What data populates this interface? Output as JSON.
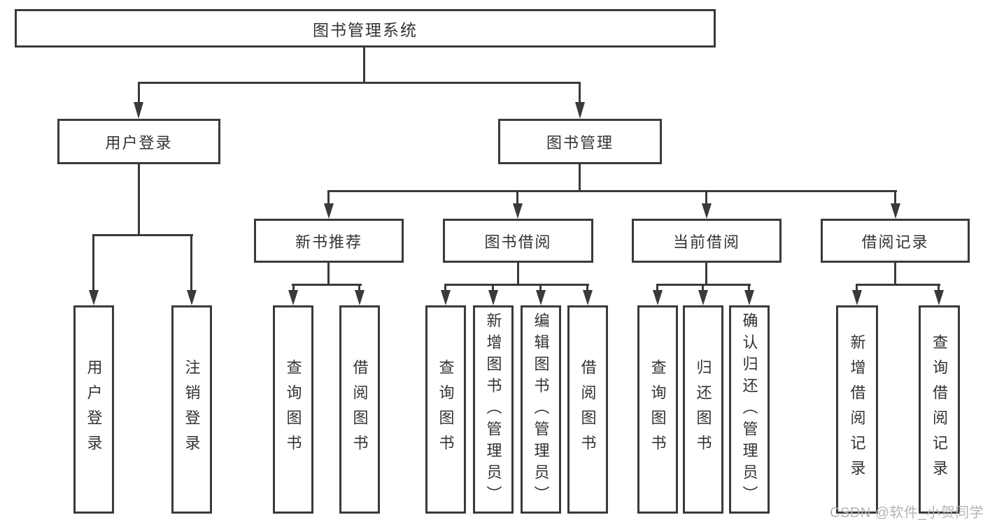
{
  "diagram_title": "图书管理系统",
  "watermark": "CSDN @软件_小贺同学",
  "nodes": {
    "root": "图书管理系统",
    "userLogin": "用户登录",
    "bookMgmt": "图书管理",
    "newBookRec": "新书推荐",
    "bookBorrow": "图书借阅",
    "currentBorrow": "当前借阅",
    "borrowRecord": "借阅记录",
    "leafUserLogin": "用户登录",
    "leafLogout": "注销登录",
    "leafQueryBook1": "查询图书",
    "leafBorrowBook1": "借阅图书",
    "leafQueryBook2": "查询图书",
    "leafAddBook": "新增图书（管理员）",
    "leafEditBook": "编辑图书（管理员）",
    "leafBorrowBook2": "借阅图书",
    "leafQueryBook3": "查询图书",
    "leafReturnBook": "归还图书",
    "leafConfirmReturn": "确认归还（管理员）",
    "leafAddBorrowRecord": "新增借阅记录",
    "leafQueryBorrowRecord": "查询借阅记录"
  },
  "structure": {
    "root": "图书管理系统",
    "children": [
      {
        "label": "用户登录",
        "children": [
          "用户登录",
          "注销登录"
        ]
      },
      {
        "label": "图书管理",
        "children": [
          {
            "label": "新书推荐",
            "children": [
              "查询图书",
              "借阅图书"
            ]
          },
          {
            "label": "图书借阅",
            "children": [
              "查询图书",
              "新增图书（管理员）",
              "编辑图书（管理员）",
              "借阅图书"
            ]
          },
          {
            "label": "当前借阅",
            "children": [
              "查询图书",
              "归还图书",
              "确认归还（管理员）"
            ]
          },
          {
            "label": "借阅记录",
            "children": [
              "新增借阅记录",
              "查询借阅记录"
            ]
          }
        ]
      }
    ]
  },
  "colors": {
    "line": "#3a3a3a",
    "background": "#ffffff",
    "text": "#333333",
    "watermark": "#b4b4b8"
  }
}
